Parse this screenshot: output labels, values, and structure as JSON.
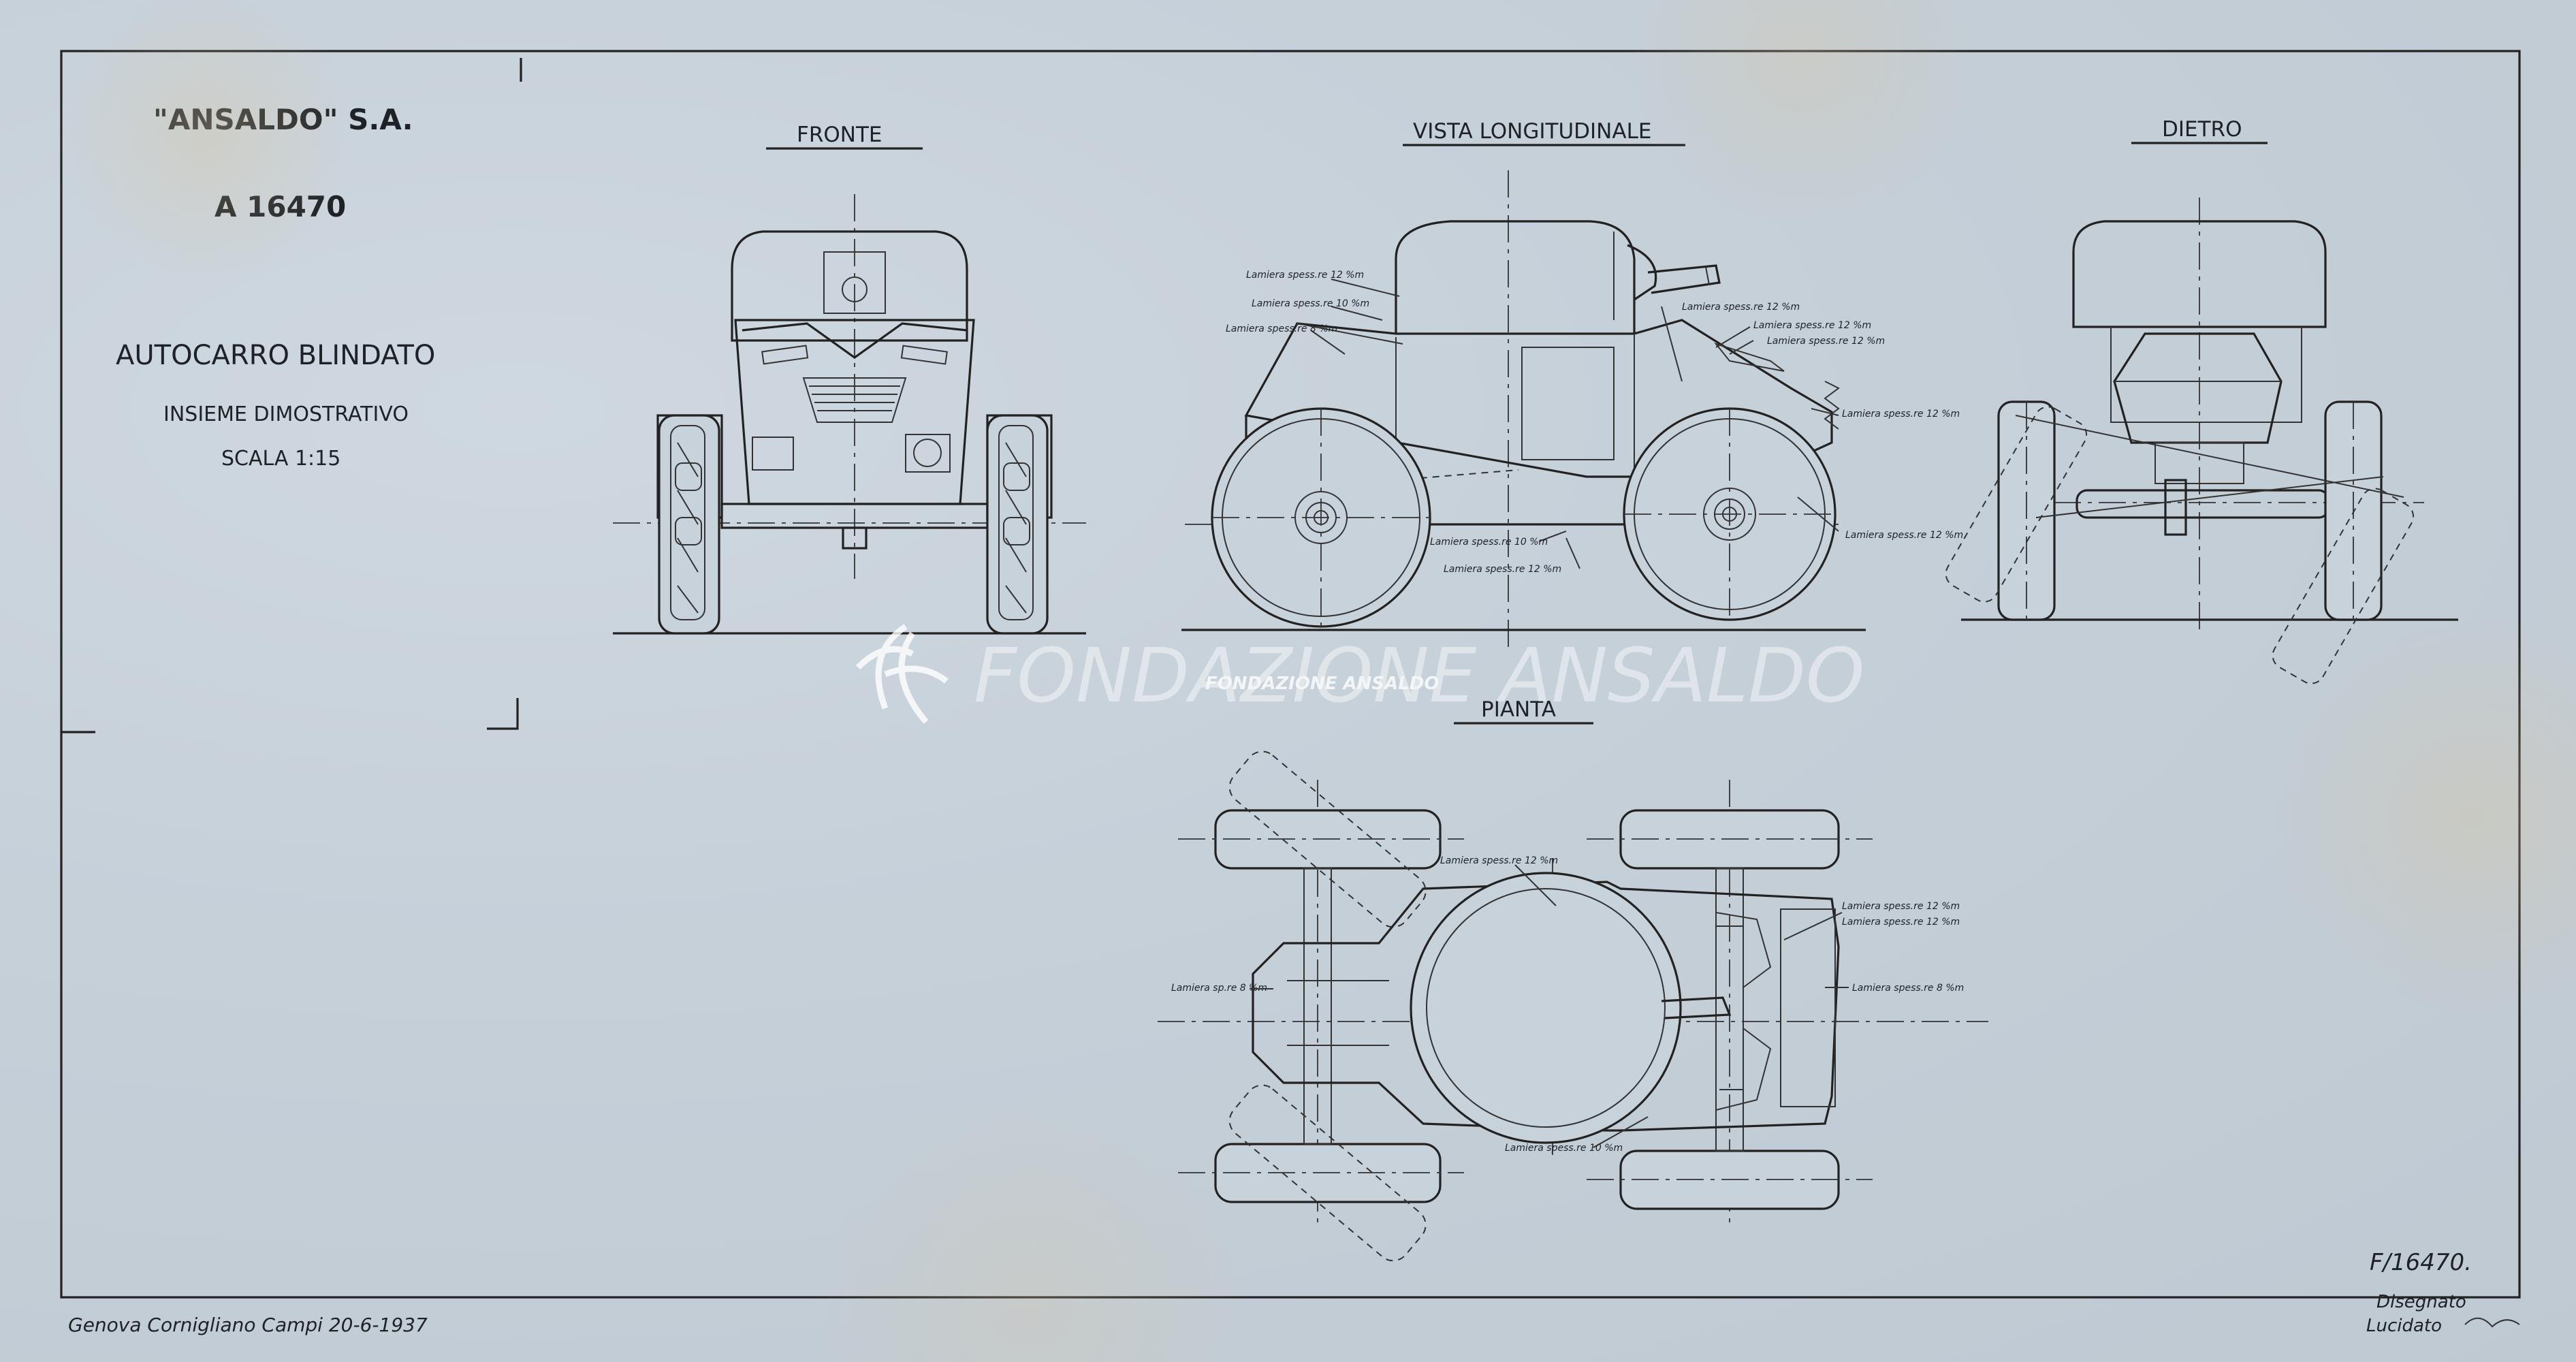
{
  "title_block": {
    "company": "\"ANSALDO\" S.A.",
    "drawing_number": "A 16470",
    "title": "AUTOCARRO BLINDATO",
    "subtitle": "INSIEME DIMOSTRATIVO",
    "scale": "SCALA 1:15"
  },
  "views": {
    "front": "FRONTE",
    "side": "VISTA LONGITUDINALE",
    "rear": "DIETRO",
    "plan": "PIANTA"
  },
  "side_annotations": [
    "Lamiera spess.re 12 %m",
    "Lamiera spess.re 10 %m",
    "Lamiera spess.re 8 %m",
    "Lamiera spess.re 12 %m",
    "Lamiera spess.re 12 %m",
    "Lamiera spess.re 12 %m",
    "Lamiera spess.re 12 %m",
    "Lamiera spess.re 12 %m",
    "Lamiera spess.re 10 %m",
    "Lamiera spess.re 12 %m"
  ],
  "plan_annotations": [
    "Lamiera spess.re 12 %m",
    "Lamiera spess.re 12 %m",
    "Lamiera spess.re 12 %m",
    "Lamiera sp.re 8 %m",
    "Lamiera spess.re 8 %m",
    "Lamiera spess.re 10 %m"
  ],
  "watermark": "FONDAZIONE ANSALDO",
  "footer": {
    "place_date": "Genova Cornigliano Campi 20-6-1937",
    "sheet_ref": "F/16470.",
    "drawn_label": "Disegnato",
    "traced_label": "Lucidato"
  }
}
